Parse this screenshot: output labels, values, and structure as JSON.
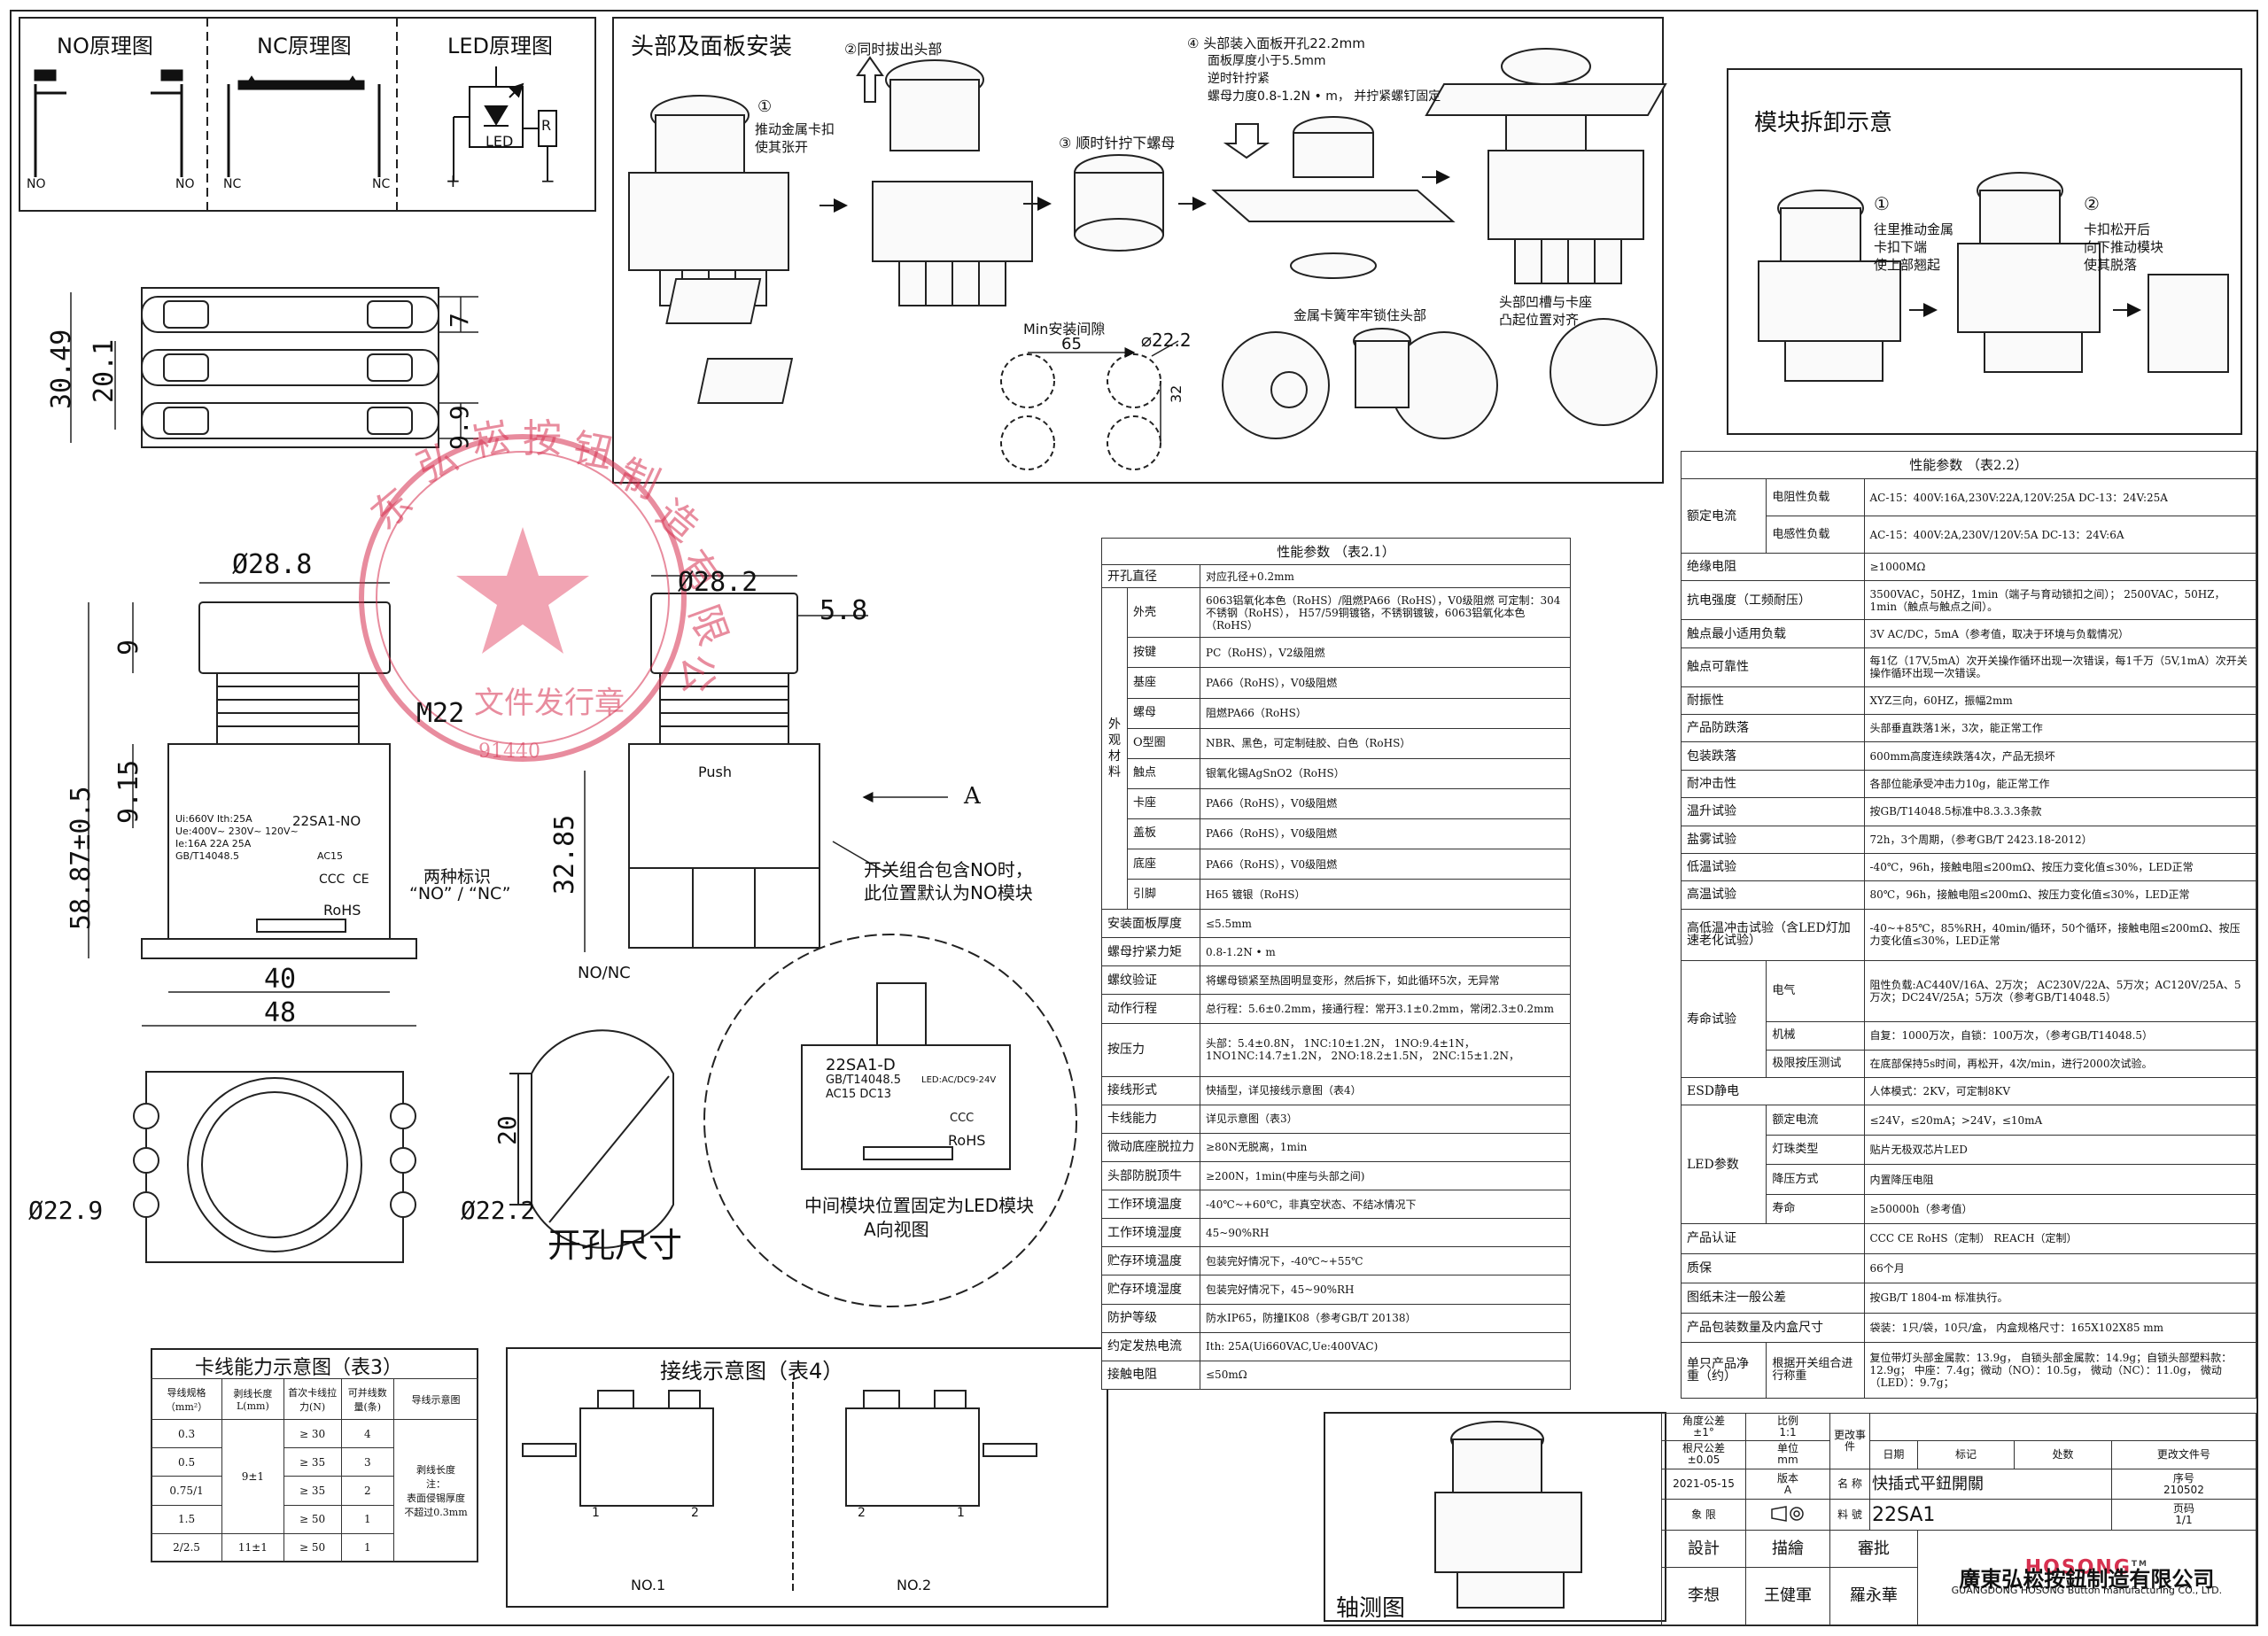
{
  "schematics": {
    "no_title": "NO原理图",
    "nc_title": "NC原理图",
    "led_title": "LED原理图",
    "no_left": "NO",
    "no_right": "NO",
    "nc_left": "NC",
    "nc_right": "NC",
    "led_label": "LED",
    "r_label": "R",
    "plus": "+",
    "minus": "−"
  },
  "install": {
    "title": "头部及面板安装",
    "step1": "①",
    "step1_text1": "推动金属卡扣",
    "step1_text2": "使其张开",
    "step2": "②同时拔出头部",
    "step3": "③ 顺时针拧下螺母",
    "step4_l1": "④ 头部装入面板开孔22.2mm",
    "step4_l2": "面板厚度小于5.5mm",
    "step4_l3": "逆时针拧紧",
    "step4_l4": "螺母力度0.8-1.2N • m， 并拧紧螺钉固定",
    "min_gap": "Min安装间隙",
    "dim_65": "65",
    "dim_d222": "⌀22.2",
    "dim_32": "32",
    "note_clip": "金属卡簧牢牢锁住头部",
    "note_slot1": "头部凹槽与卡座",
    "note_slot2": "凸起位置对齐"
  },
  "module": {
    "title": "模块拆卸示意",
    "s1": "①",
    "s1_l1": "往里推动金属",
    "s1_l2": "卡扣下端",
    "s1_l3": "使上部翘起",
    "s2": "②",
    "s2_l1": "卡扣松开后",
    "s2_l2": "向下推动模块",
    "s2_l3": "使其脱落"
  },
  "dims": {
    "d_7": "7",
    "d_20_1": "20.1",
    "d_30_49": "30.49",
    "d_9_9": "9.9",
    "d_28_8": "Ø28.8",
    "d_9": "9",
    "m22": "M22",
    "d_9_15": "9.15",
    "d_58_87": "58.87±0.5",
    "d_40": "40",
    "d_48": "48",
    "d_28_2": "Ø28.2",
    "d_5_8": "5.8",
    "d_32_85": "32.85",
    "push": "Push",
    "a_label": "A",
    "nonc": "NO/NC",
    "two_marks_l1": "两种标识",
    "two_marks_l2": "“NO” / “NC”",
    "combo_l1": "开关组合包含NO时，",
    "combo_l2": "此位置默认为NO模块",
    "d_22_9": "Ø22.9",
    "d_20": "20",
    "d_22_2": "Ø22.2",
    "cutout": "开孔尺寸",
    "led_mod_caption": "中间模块位置固定为LED模块",
    "a_view": "A向视图",
    "mod_label_no": "22SA1-NO",
    "mod_label_d": "22SA1-D",
    "mod_std": "GB/T14048.5",
    "mod_ac": "AC15 DC13",
    "mod_led": "LED:AC/DC9-24V",
    "rohs": "RoHS",
    "ce": "CE",
    "ccc": "CCC",
    "ui_text": "Ui:660V  Ith:25A",
    "ue_text": "Ue:400V~  230V~  120V~",
    "ie_text": "Ie:16A      22A      25A",
    "std_text": "GB/T14048.5",
    "ac15": "AC15"
  },
  "stamp": {
    "text_top": "东弘崧按钮制造有限公",
    "text_bottom": "文件发行章",
    "num": "91440"
  },
  "spec1": {
    "title": "性能参数  （表2.1）",
    "rows": [
      [
        "开孔直径",
        "",
        "对应孔径+0.2mm"
      ],
      [
        "",
        "外壳",
        "6063铝氧化本色（RoHS）/阻燃PA66（RoHS），V0级阻燃  可定制：304不锈钢（RoHS）， H57/59铜镀铬，不锈钢镀铍，6063铝氧化本色（RoHS）"
      ],
      [
        "",
        "按键",
        "PC（RoHS），V2级阻燃"
      ],
      [
        "",
        "基座",
        "PA66（RoHS），V0级阻燃"
      ],
      [
        "",
        "螺母",
        "阻燃PA66（RoHS）"
      ],
      [
        "",
        "O型圈",
        "NBR、黑色，可定制硅胶、白色（RoHS）"
      ],
      [
        "",
        "触点",
        "银氧化锡AgSnO2（RoHS）"
      ],
      [
        "",
        "卡座",
        "PA66（RoHS），V0级阻燃"
      ],
      [
        "",
        "盖板",
        "PA66（RoHS），V0级阻燃"
      ],
      [
        "",
        "底座",
        "PA66（RoHS），V0级阻燃"
      ],
      [
        "",
        "引脚",
        "H65 镀银（RoHS）"
      ],
      [
        "安装面板厚度",
        "",
        "≤5.5mm"
      ],
      [
        "螺母拧紧力矩",
        "",
        "0.8-1.2N • m"
      ],
      [
        "螺纹验证",
        "",
        "将螺母锁紧至热固明显变形，然后拆下，如此循环5次，无异常"
      ],
      [
        "动作行程",
        "",
        "总行程：5.6±0.2mm，接通行程：常开3.1±0.2mm，常闭2.3±0.2mm"
      ],
      [
        "按压力",
        "",
        "头部：5.4±0.8N，    1NC:10±1.2N，       1NO:9.4±1N，1NO1NC:14.7±1.2N，  2NO:18.2±1.5N，  2NC:15±1.2N，"
      ],
      [
        "接线形式",
        "",
        "快插型，详见接线示意图（表4）"
      ],
      [
        "卡线能力",
        "",
        "详见示意图（表3）"
      ],
      [
        "微动底座脱拉力",
        "",
        "≥80N无脱离，1min"
      ],
      [
        "头部防脱顶牛",
        "",
        "≥200N，1min(中座与头部之间)"
      ],
      [
        "工作环境温度",
        "",
        "-40℃~+60℃，非真空状态、不结冰情况下"
      ],
      [
        "工作环境湿度",
        "",
        "45~90%RH"
      ],
      [
        "贮存环境温度",
        "",
        "包装完好情况下，-40℃~+55℃"
      ],
      [
        "贮存环境湿度",
        "",
        "包装完好情况下，45~90%RH"
      ],
      [
        "防护等级",
        "",
        "防水IP65，防撞IK08（参考GB/T 20138）"
      ],
      [
        "约定发热电流",
        "",
        "Ith: 25A(Ui660VAC,Ue:400VAC)"
      ],
      [
        "接触电阻",
        "",
        "≤50mΩ"
      ]
    ],
    "group_label": "外观材料"
  },
  "spec2": {
    "title": "性能参数  （表2.2）",
    "rated_current": "额定电流",
    "r_load": "电阻性负载",
    "r_load_v": "AC-15：400V:16A,230V:22A,120V:25A DC-13：24V:25A",
    "l_load": "电感性负载",
    "l_load_v": "AC-15：400V:2A,230V/120V:5A DC-13：24V:6A",
    "rows": [
      [
        "绝缘电阻",
        "≥1000MΩ"
      ],
      [
        "抗电强度（工频耐压）",
        "3500VAC，50HZ，1min（端子与育动锁扣之间）； 2500VAC，50HZ，1min（触点与触点之间）。"
      ],
      [
        "触点最小适用负载",
        "3V AC/DC，5mA（参考值，取决于环境与负载情况）"
      ],
      [
        "触点可靠性",
        "每1亿（17V,5mA）次开关操作循环出现一次错误，每1千万（5V,1mA）次开关操作循环出现一次错误。"
      ],
      [
        "耐振性",
        "XYZ三向，60HZ，振幅2mm"
      ],
      [
        "产品防跌落",
        "头部垂直跌落1米，3次，能正常工作"
      ],
      [
        "包装跌落",
        "600mm高度连续跌落4次，产品无损坏"
      ],
      [
        "耐冲击性",
        "各部位能承受冲击力10g，能正常工作"
      ],
      [
        "温升试验",
        "按GB/T14048.5标准中8.3.3.3条款"
      ],
      [
        "盐雾试验",
        "72h，3个周期，（参考GB/T 2423.18-2012）"
      ],
      [
        "低温试验",
        "-40℃，96h，接触电阻≤200mΩ、按压力变化值≤30%，LED正常"
      ],
      [
        "高温试验",
        "80℃，96h，接触电阻≤200mΩ、按压力变化值≤30%，LED正常"
      ],
      [
        "高低温冲击试验（含LED灯加速老化试验）",
        "-40~+85℃，85%RH，40min/循环，50个循环，接触电阻≤200mΩ、按压力变化值≤30%，LED正常"
      ]
    ],
    "life_test": "寿命试验",
    "elec": "电气",
    "elec_v": "阻性负载:AC440V/16A、2万次；    AC230V/22A、5万次；AC120V/25A、5万次；DC24V/25A；5万次（参考GB/T14048.5）",
    "mech": "机械",
    "mech_v": "自复：1000万次，自锁：100万次，（参考GB/T14048.5）",
    "limit": "极限按压测试",
    "limit_v": "在底部保持5s时间，再松开，4次/min，进行2000次试验。",
    "esd": "ESD静电",
    "esd_v": "人体模式：2KV，可定制8KV",
    "led_params": "LED参数",
    "led_rows": [
      [
        "额定电流",
        "≤24V，≤20mA；>24V，≤10mA"
      ],
      [
        "灯珠类型",
        "贴片无极双芯片LED"
      ],
      [
        "降压方式",
        "内置降压电阻"
      ],
      [
        "寿命",
        "≥50000h（参考值）"
      ]
    ],
    "tail_rows": [
      [
        "产品认证",
        "CCC CE RoHS（定制） REACH（定制）"
      ],
      [
        "质保",
        "66个月"
      ],
      [
        "图纸未注一般公差",
        "按GB/T 1804-m 标准执行。"
      ],
      [
        "产品包装数量及内盒尺寸",
        "袋装：1只/袋，10只/盒，  内盒规格尺寸：165X102X85 mm"
      ]
    ],
    "weight": "单只产品净重（约）",
    "weight_sub": "根据开关组合进行称重",
    "weight_v": "复位带灯头部金属款：13.9g，  自锁头部金属款：14.9g；自锁头部塑料款：12.9g；      中座：7.4g；微动（NO）：10.5g，  微动（NC）：11.0g，  微动（LED）：9.7g；"
  },
  "table3": {
    "title": "卡线能力示意图（表3）",
    "headers": [
      "导线规格（mm²）",
      "剥线长度L(mm)",
      "首次卡线拉力(N)",
      "可并线数量(条)",
      "导线示意图"
    ],
    "rows": [
      [
        "0.3",
        "",
        "≥ 30",
        "4"
      ],
      [
        "0.5",
        "9±1",
        "≥ 35",
        "3"
      ],
      [
        "0.75/1",
        "",
        "≥ 35",
        "2"
      ],
      [
        "1.5",
        "",
        "≥ 50",
        "1"
      ],
      [
        "2/2.5",
        "11±1",
        "≥ 50",
        "1"
      ]
    ],
    "strip": "剥线长度",
    "note1": "注：",
    "note2": "表面侵锡厚度",
    "note3": "不超过0.3mm"
  },
  "table4": {
    "title": "接线示意图（表4）",
    "no1": "NO.1",
    "no2": "NO.2",
    "p1": "1",
    "p2": "2"
  },
  "axo": {
    "label": "轴测图"
  },
  "titleblock": {
    "angle_tol": "角度公差",
    "angle_val": "±1°",
    "scale": "比例",
    "scale_val": "1:1",
    "linear_tol": "根尺公差",
    "linear_val": "±0.05",
    "unit": "单位",
    "unit_val": "mm",
    "date": "2021-05-15",
    "version": "版本",
    "version_val": "A",
    "change": "更改事件",
    "date_col": "日期",
    "mark_col": "标记",
    "count_col": "处数",
    "doc_col": "更改文件号",
    "seq": "序号",
    "seq_val": "210502",
    "name": "名 称",
    "name_val": "快插式平鈕開關",
    "pages": "页码",
    "pages_val": "1/1",
    "view": "象 限",
    "material": "料 號",
    "material_val": "22SA1",
    "design": "設計",
    "draw": "描繪",
    "review": "審批",
    "designer": "李想",
    "drawer": "王健軍",
    "reviewer": "羅永華",
    "brand": "HOSONG",
    "tm": "TM",
    "company": "廣東弘崧按鈕制造有限公司",
    "company_en": "GUANGDONG HOSONG Button manufacturing CO., LTD."
  }
}
